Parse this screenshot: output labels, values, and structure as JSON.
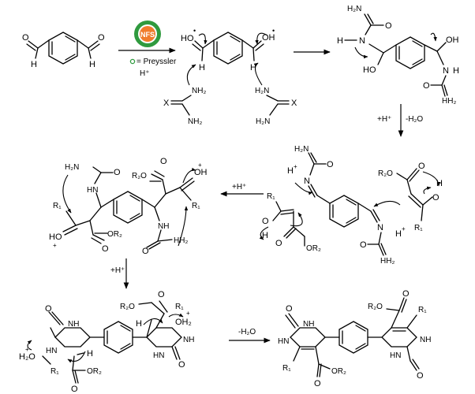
{
  "catalyst": {
    "badge": "NFS",
    "legend": "= Preyssler",
    "acid": "H⁺",
    "ring_color": "#2f9a3e",
    "center_color": "#f07c2c",
    "dot_color": "#2f9a3e"
  },
  "reagents": {
    "urea_x": "X"
  },
  "atoms": {
    "O": "O",
    "H": "H",
    "N": "N",
    "X": "X",
    "NH": "NH",
    "HN": "HN",
    "NH2": "NH₂",
    "H2N": "H₂N",
    "HH2": "HH₂",
    "HO": "HO",
    "OH": "OH",
    "H2O": "H₂O",
    "OH2": "OH₂",
    "R1": "R₁",
    "R2O": "R₂O",
    "OR2": "OR₂",
    "plus": "+",
    "dot": "•"
  },
  "steps": {
    "protonation_1": "+H⁺",
    "dehydration_1": "-H₂O",
    "protonation_2": "+H⁺",
    "protonation_3": "+H⁺",
    "dehydration_2": "-H₂O"
  }
}
